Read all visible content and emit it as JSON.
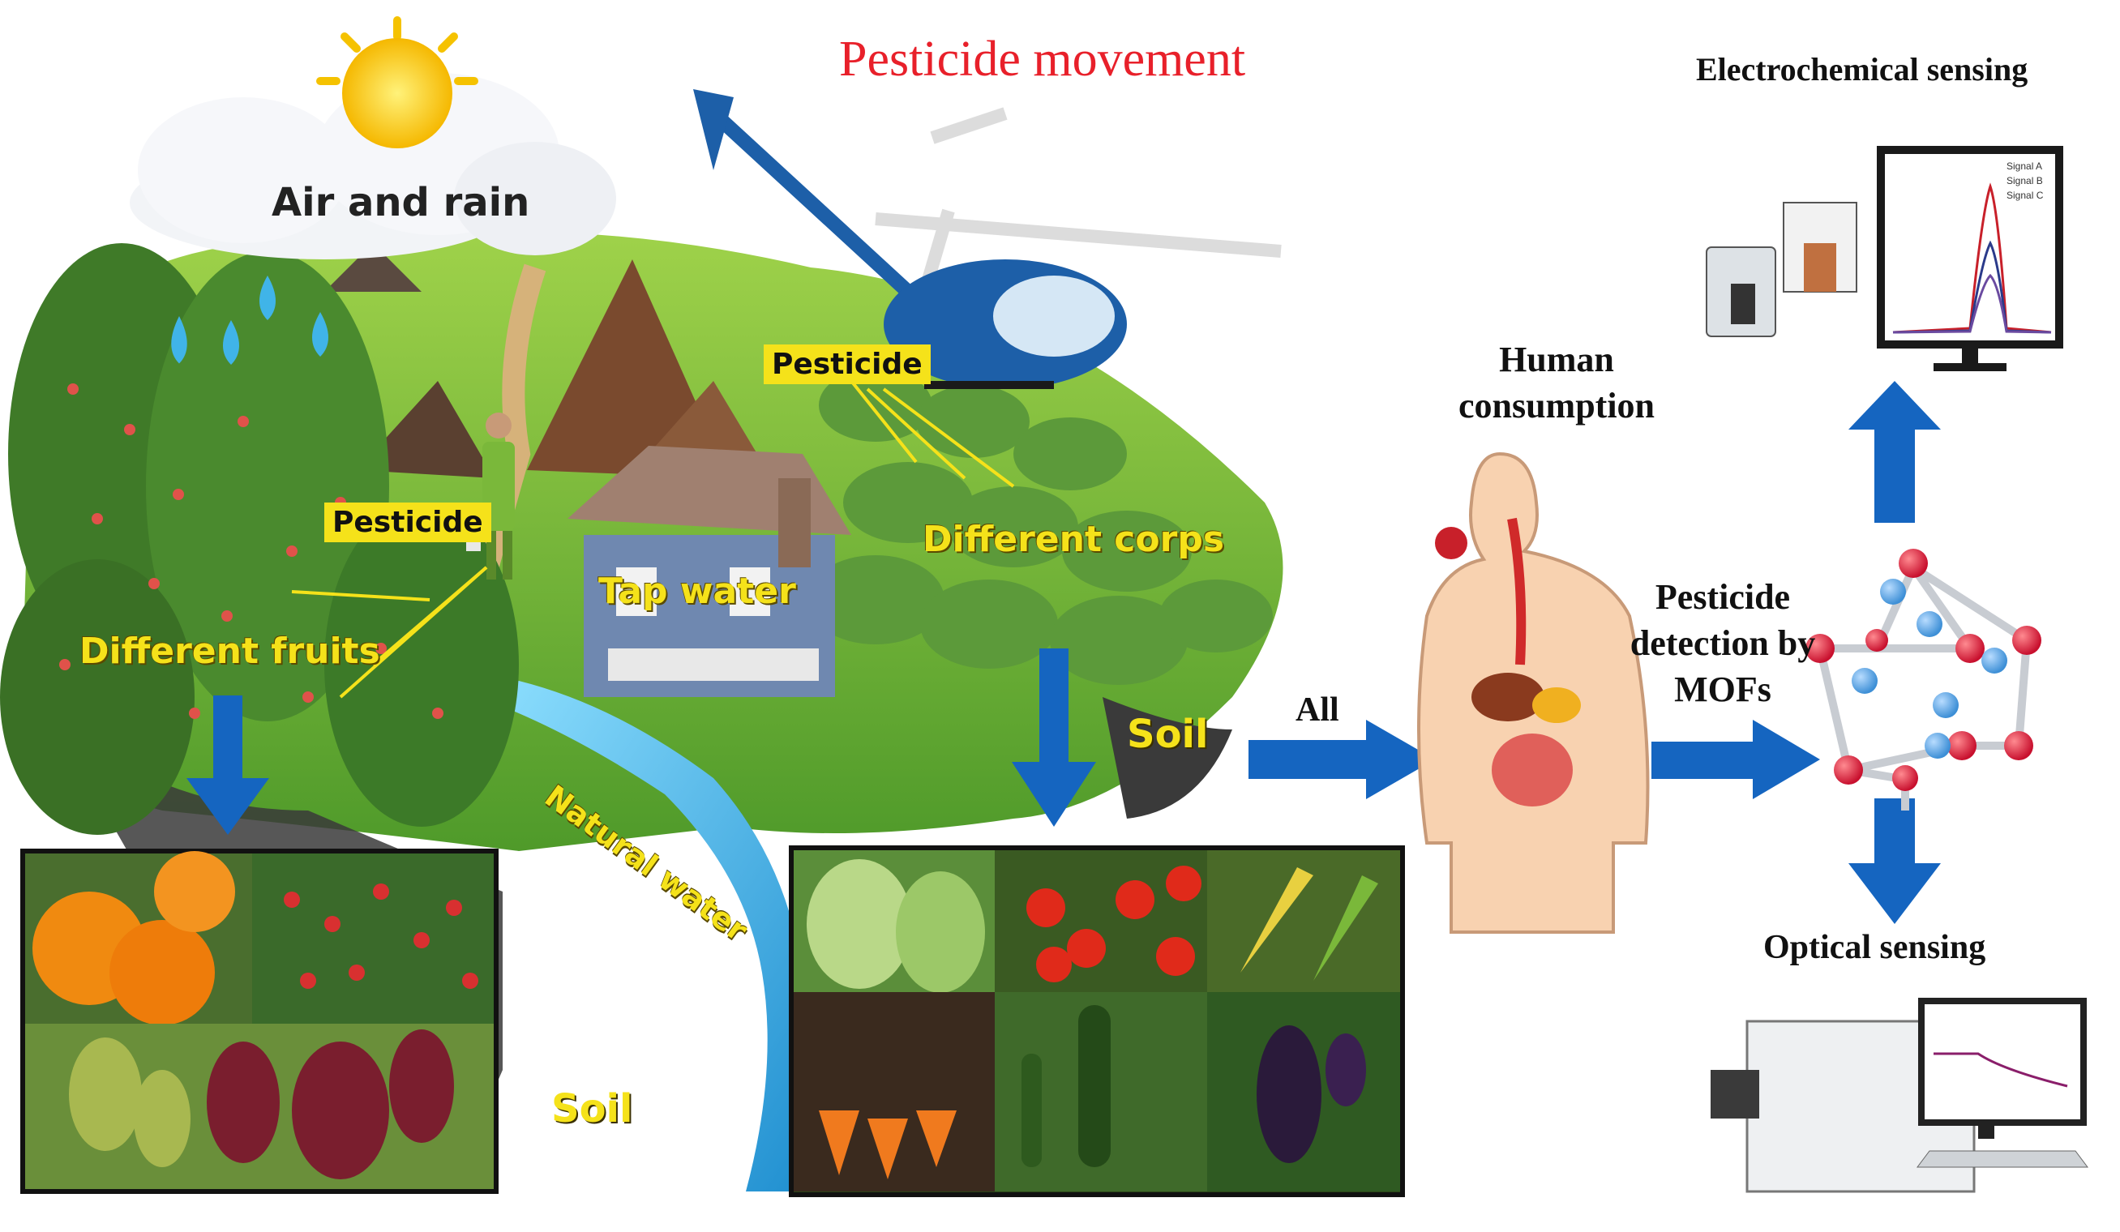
{
  "title": "Pesticide movement",
  "labels": {
    "air_and_rain": "Air and rain",
    "pesticide_helicopter": "Pesticide",
    "pesticide_farmer": "Pesticide",
    "different_corps": "Different corps",
    "tap_water": "Tap water",
    "different_fruits": "Different fruits",
    "natural_water": "Natural water",
    "soil_center": "Soil",
    "soil_bottom": "Soil",
    "all": "All",
    "human_consumption_line1": "Human",
    "human_consumption_line2": "consumption",
    "pesticide_detection_line1": "Pesticide",
    "pesticide_detection_line2": "detection by",
    "pesticide_detection_line3": "MOFs",
    "electrochemical_sensing": "Electrochemical sensing",
    "optical_sensing": "Optical sensing"
  },
  "monitor_legend": [
    "Signal A",
    "Signal B",
    "Signal C"
  ],
  "colors": {
    "title_red": "#e8202a",
    "arrow_blue": "#1565c0",
    "label_yellow": "#f5e21a",
    "grass_green": "#6cb33a",
    "water_blue": "#3fb6e6",
    "mof_red": "#e0203a",
    "mof_blue": "#5ba6e0"
  }
}
